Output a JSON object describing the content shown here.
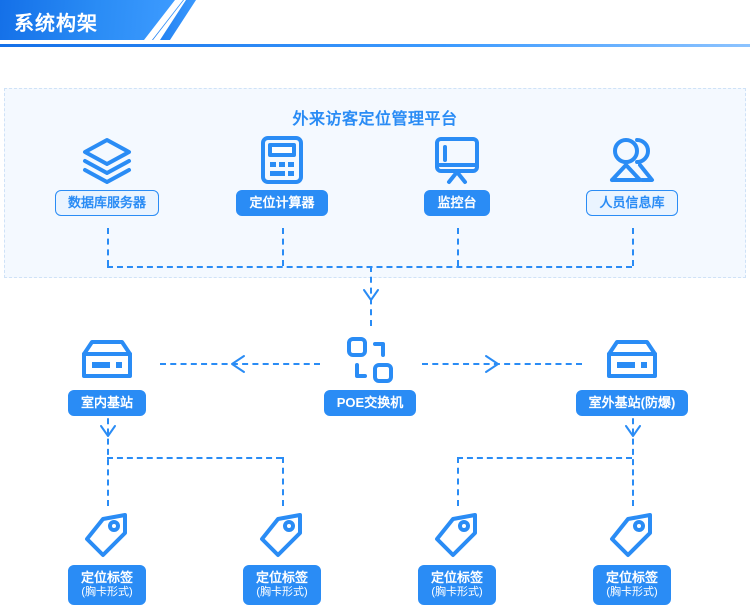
{
  "header": {
    "title": "系统构架",
    "accent_color": "#2a8cf5",
    "accent_dark": "#1470e8"
  },
  "platform": {
    "title": "外来访客定位管理平台",
    "background": "#f4f9ff",
    "border_color": "#cfe2f7",
    "nodes": [
      {
        "label": "数据库服务器",
        "icon": "database-layers-icon",
        "style": "ghost"
      },
      {
        "label": "定位计算器",
        "icon": "calculator-icon",
        "style": "solid"
      },
      {
        "label": "监控台",
        "icon": "monitor-icon",
        "style": "solid"
      },
      {
        "label": "人员信息库",
        "icon": "users-icon",
        "style": "ghost"
      }
    ]
  },
  "network": {
    "nodes": [
      {
        "label": "室内基站",
        "icon": "base-station-icon",
        "style": "solid"
      },
      {
        "label": "POE交换机",
        "icon": "poe-switch-icon",
        "style": "solid"
      },
      {
        "label": "室外基站(防爆)",
        "icon": "base-station-icon",
        "style": "solid"
      }
    ]
  },
  "tags": {
    "items": [
      {
        "label": "定位标签",
        "sublabel": "(胸卡形式)",
        "icon": "tag-icon"
      },
      {
        "label": "定位标签",
        "sublabel": "(胸卡形式)",
        "icon": "tag-icon"
      },
      {
        "label": "定位标签",
        "sublabel": "(胸卡形式)",
        "icon": "tag-icon"
      },
      {
        "label": "定位标签",
        "sublabel": "(胸卡形式)",
        "icon": "tag-icon"
      }
    ]
  }
}
